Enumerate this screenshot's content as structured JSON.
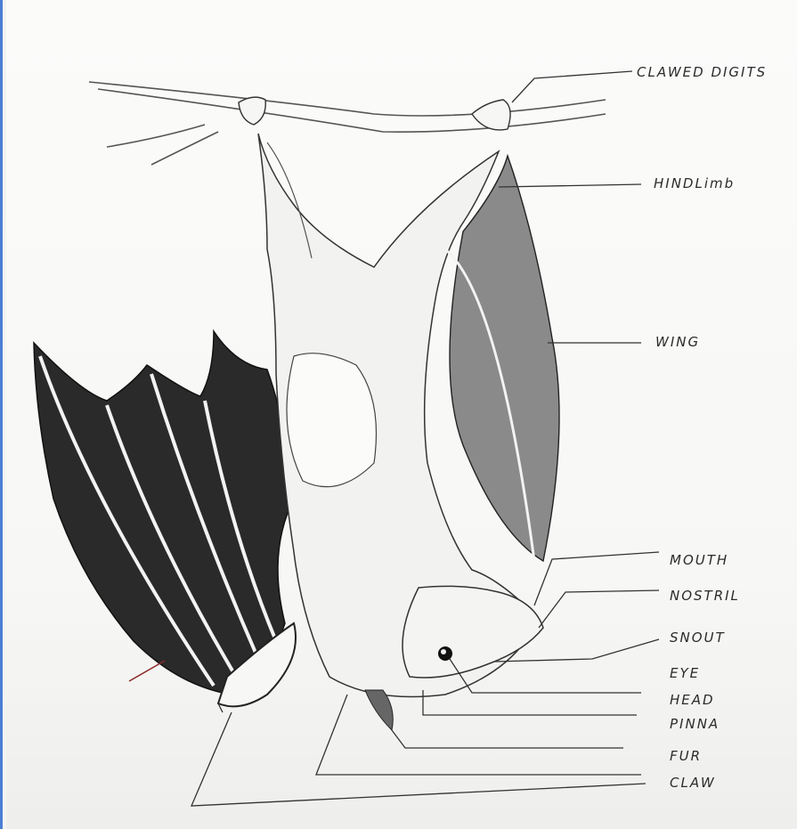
{
  "diagram": {
    "labels": {
      "clawed_digits": "CLAWED DIGITS",
      "hindlimb": "HINDLimb",
      "wing": "WING",
      "mouth": "MOUTH",
      "nostril": "NOSTRIL",
      "snout": "SNOUT",
      "eye": "EYE",
      "head": "HEAD",
      "pinna": "PINNA",
      "fur": "FUR",
      "claw": "CLAW"
    },
    "colors": {
      "ink": "#2b2b2b",
      "wing_dark": "#222222",
      "paper": "#f7f7f5",
      "frame_accent": "#4a7fd4"
    }
  }
}
